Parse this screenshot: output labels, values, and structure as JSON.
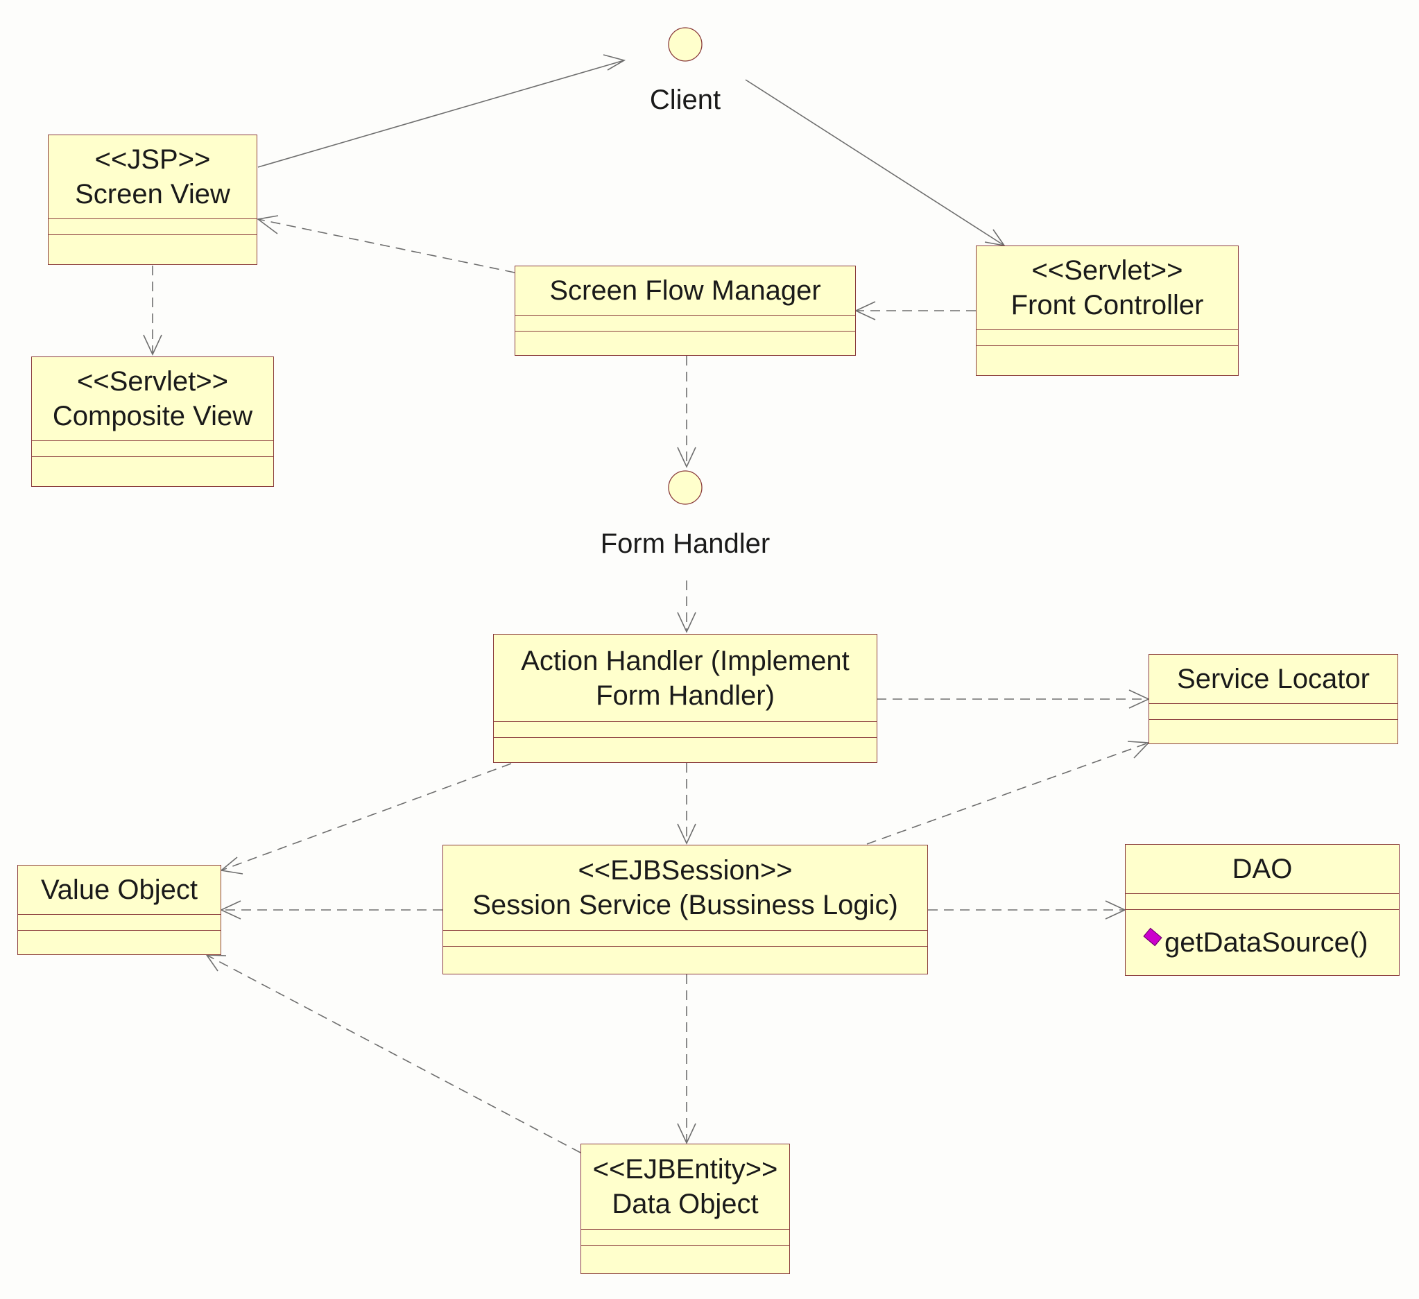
{
  "interfaces": {
    "client": {
      "label": "Client"
    },
    "form_handler": {
      "label": "Form Handler"
    }
  },
  "classes": {
    "screen_view": {
      "stereotype": "<<JSP>>",
      "name": "Screen View"
    },
    "composite_view": {
      "stereotype": "<<Servlet>>",
      "name": "Composite View"
    },
    "screen_flow_manager": {
      "name": "Screen Flow Manager"
    },
    "front_controller": {
      "stereotype": "<<Servlet>>",
      "name": "Front Controller"
    },
    "action_handler": {
      "name_line1": "Action Handler (Implement",
      "name_line2": "Form Handler)"
    },
    "service_locator": {
      "name": "Service Locator"
    },
    "value_object": {
      "name": "Value Object"
    },
    "session_service": {
      "stereotype": "<<EJBSession>>",
      "name": "Session Service (Bussiness Logic)"
    },
    "dao": {
      "name": "DAO",
      "operation": "getDataSource()",
      "operation_icon": "operation-icon"
    },
    "data_object": {
      "stereotype": "<<EJBEntity>>",
      "name": "Data Object"
    }
  },
  "colors": {
    "class_fill": "#ffffcc",
    "class_border": "#8a3b3b",
    "edge": "#6e6e6e",
    "operation_icon": "#cc00cc"
  }
}
